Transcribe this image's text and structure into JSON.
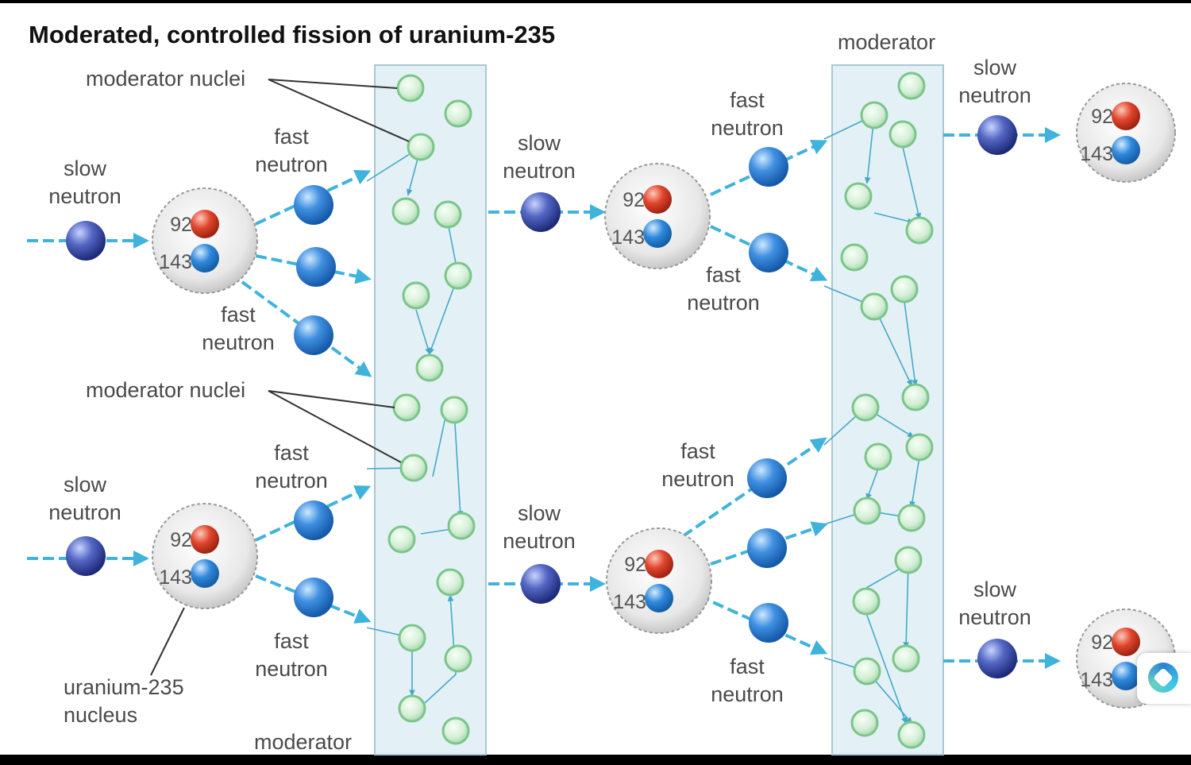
{
  "title": "Moderated, controlled fission of uranium-235",
  "labels": {
    "moderator": "moderator",
    "moderator_nuclei": "moderator nuclei",
    "slow_neutron": [
      "slow",
      "neutron"
    ],
    "fast_neutron": [
      "fast",
      "neutron"
    ],
    "uranium_nucleus": [
      "uranium-235",
      "nucleus"
    ],
    "protons": "92",
    "neutrons": "143"
  },
  "colors": {
    "moderator_band": "#e3f1f6",
    "neutron": "#3a55b4",
    "fast_neutron": "#3f8fe0",
    "proton": "#e0452d",
    "neutron_ball": "#2f88dc",
    "moderator_nucleus": "#9ed4a6",
    "arrow": "#3fb3dc"
  },
  "widget": {
    "icon": "assistant-icon"
  }
}
